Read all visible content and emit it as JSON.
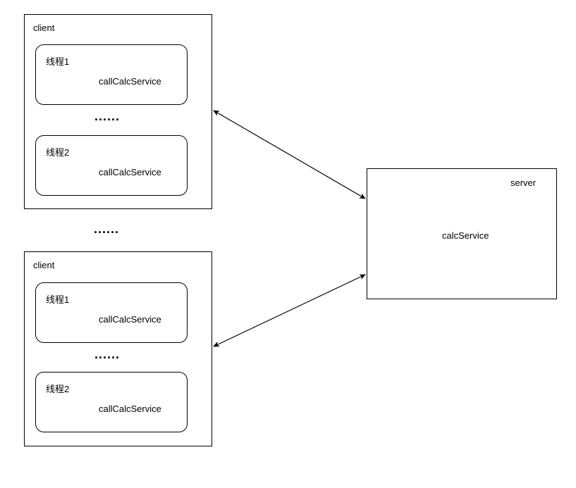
{
  "clients": [
    {
      "title": "client",
      "threads": [
        {
          "name": "线程1",
          "call": "callCalcService"
        },
        {
          "name": "线程2",
          "call": "callCalcService"
        }
      ],
      "ellipsis": "......"
    },
    {
      "title": "client",
      "threads": [
        {
          "name": "线程1",
          "call": "callCalcService"
        },
        {
          "name": "线程2",
          "call": "callCalcService"
        }
      ],
      "ellipsis": "......"
    }
  ],
  "between_clients_ellipsis": "......",
  "server": {
    "title": "server",
    "service": "calcService"
  },
  "colors": {
    "stroke": "#000000",
    "background": "#ffffff"
  }
}
